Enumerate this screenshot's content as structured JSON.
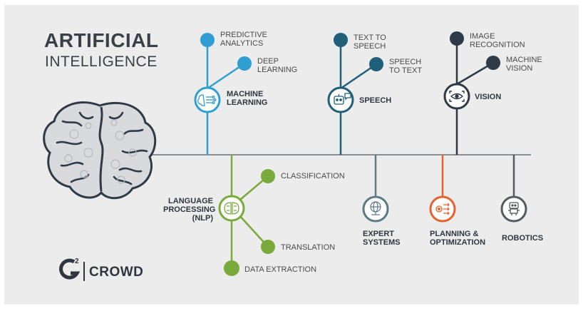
{
  "title": {
    "line1": "ARTIFICIAL",
    "line2": "INTELLIGENCE"
  },
  "logo": {
    "mark": "G",
    "superscript": "2",
    "name": "CROWD"
  },
  "branches": {
    "machine_learning": {
      "label": "MACHINE\nLEARNING",
      "children": [
        "PREDICTIVE\nANALYTICS",
        "DEEP\nLEARNING"
      ]
    },
    "speech": {
      "label": "SPEECH",
      "children": [
        "TEXT TO\nSPEECH",
        "SPEECH\nTO TEXT"
      ]
    },
    "vision": {
      "label": "VISION",
      "children": [
        "IMAGE\nRECOGNITION",
        "MACHINE\nVISION"
      ]
    },
    "nlp": {
      "label": "LANGUAGE\nPROCESSING\n(NLP)",
      "children": [
        "CLASSIFICATION",
        "TRANSLATION",
        "DATA EXTRACTION"
      ]
    },
    "expert_systems": {
      "label": "EXPERT\nSYSTEMS"
    },
    "planning": {
      "label": "PLANNING &\nOPTIMIZATION"
    },
    "robotics": {
      "label": "ROBOTICS"
    }
  },
  "colors": {
    "background": "#ececec",
    "line": "#8a8f96",
    "machine_learning": "#2e9fd0",
    "speech": "#1f5f7a",
    "vision": "#2e3a46",
    "nlp": "#7aa93c",
    "expert_systems": "#5b7a86",
    "planning": "#e8602c",
    "robotics": "#555a60",
    "dark_text": "#2f3640"
  },
  "icons": {
    "brain": "brain-icon",
    "machine_learning": "ml-brain-circuit-icon",
    "speech": "speech-robot-icon",
    "vision": "eye-icon",
    "nlp": "nlp-brain-icon",
    "expert_systems": "globe-network-icon",
    "planning": "gears-arrows-icon",
    "robotics": "robot-icon"
  }
}
